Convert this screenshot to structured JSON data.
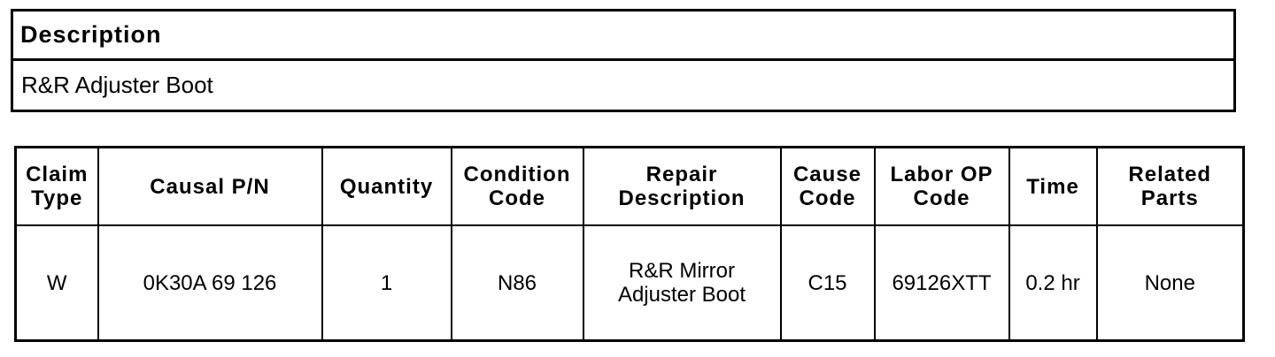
{
  "description": {
    "header": "Description",
    "text": "R&R Adjuster Boot"
  },
  "table": {
    "headers": [
      [
        "Claim",
        "Type"
      ],
      [
        "Causal P/N"
      ],
      [
        "Quantity"
      ],
      [
        "Condition",
        "Code"
      ],
      [
        "Repair",
        "Description"
      ],
      [
        "Cause",
        "Code"
      ],
      [
        "Labor OP",
        "Code"
      ],
      [
        "Time"
      ],
      [
        "Related",
        "Parts"
      ]
    ],
    "row": {
      "claim_type": "W",
      "causal_pn": "0K30A 69 126",
      "quantity": "1",
      "condition_code": "N86",
      "repair_description": [
        "R&R Mirror",
        "Adjuster Boot"
      ],
      "cause_code": "C15",
      "labor_op_code": "69126XTT",
      "time": "0.2 hr",
      "related_parts": "None"
    }
  }
}
